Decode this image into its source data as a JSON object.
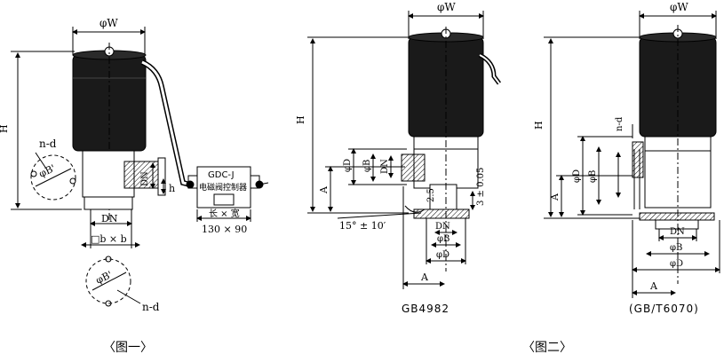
{
  "labels": {
    "phiW": "φW",
    "H": "H",
    "nd": "n-d",
    "phiBprime": "φB'",
    "DN": "DN",
    "h": "h",
    "sq_b": "□b × b",
    "ctrl_model": "GDC-J",
    "ctrl_name": "电磁阀控制器",
    "ctrl_dims_label": "长 × 宽",
    "ctrl_dims": "130 × 90",
    "phiD": "φD",
    "phiB": "φB",
    "A": "A",
    "angle": "15° ± 10′",
    "dim_3": "3 ± 0.05",
    "dim_2_5": "2.5",
    "std_gb4982": "GB4982",
    "std_gbt6070": "(GB/T6070)",
    "fig1": "〈图一〉",
    "fig2": "〈图二〉"
  }
}
